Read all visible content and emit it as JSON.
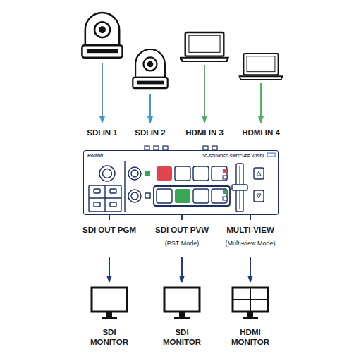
{
  "diagram": {
    "nodes": [
      {
        "text": [
          "Roland",
          "3G-SDI VIDEO SWITCHER V-1SDI"
        ]
      },
      {
        "text": [
          "SDI MONITOR"
        ]
      },
      {
        "text": [
          "SDI MONITOR"
        ]
      },
      {
        "text": [
          "HDMI MONITOR"
        ]
      }
    ],
    "edges": [
      {
        "from": 0,
        "to": 1,
        "arrow": "to",
        "label": "SDI OUT PGM"
      },
      {
        "from": 0,
        "to": 2,
        "arrow": "to",
        "label": "SDI OUT PVW"
      },
      {
        "from": 0,
        "to": 3,
        "arrow": "to",
        "label": "MULTI-VIEW"
      }
    ],
    "labels": [
      "SDI IN 1",
      "SDI IN 2",
      "HDMI IN 3",
      "HDMI IN 4",
      "(PST Mode)",
      "(Multi-view Mode)"
    ]
  }
}
